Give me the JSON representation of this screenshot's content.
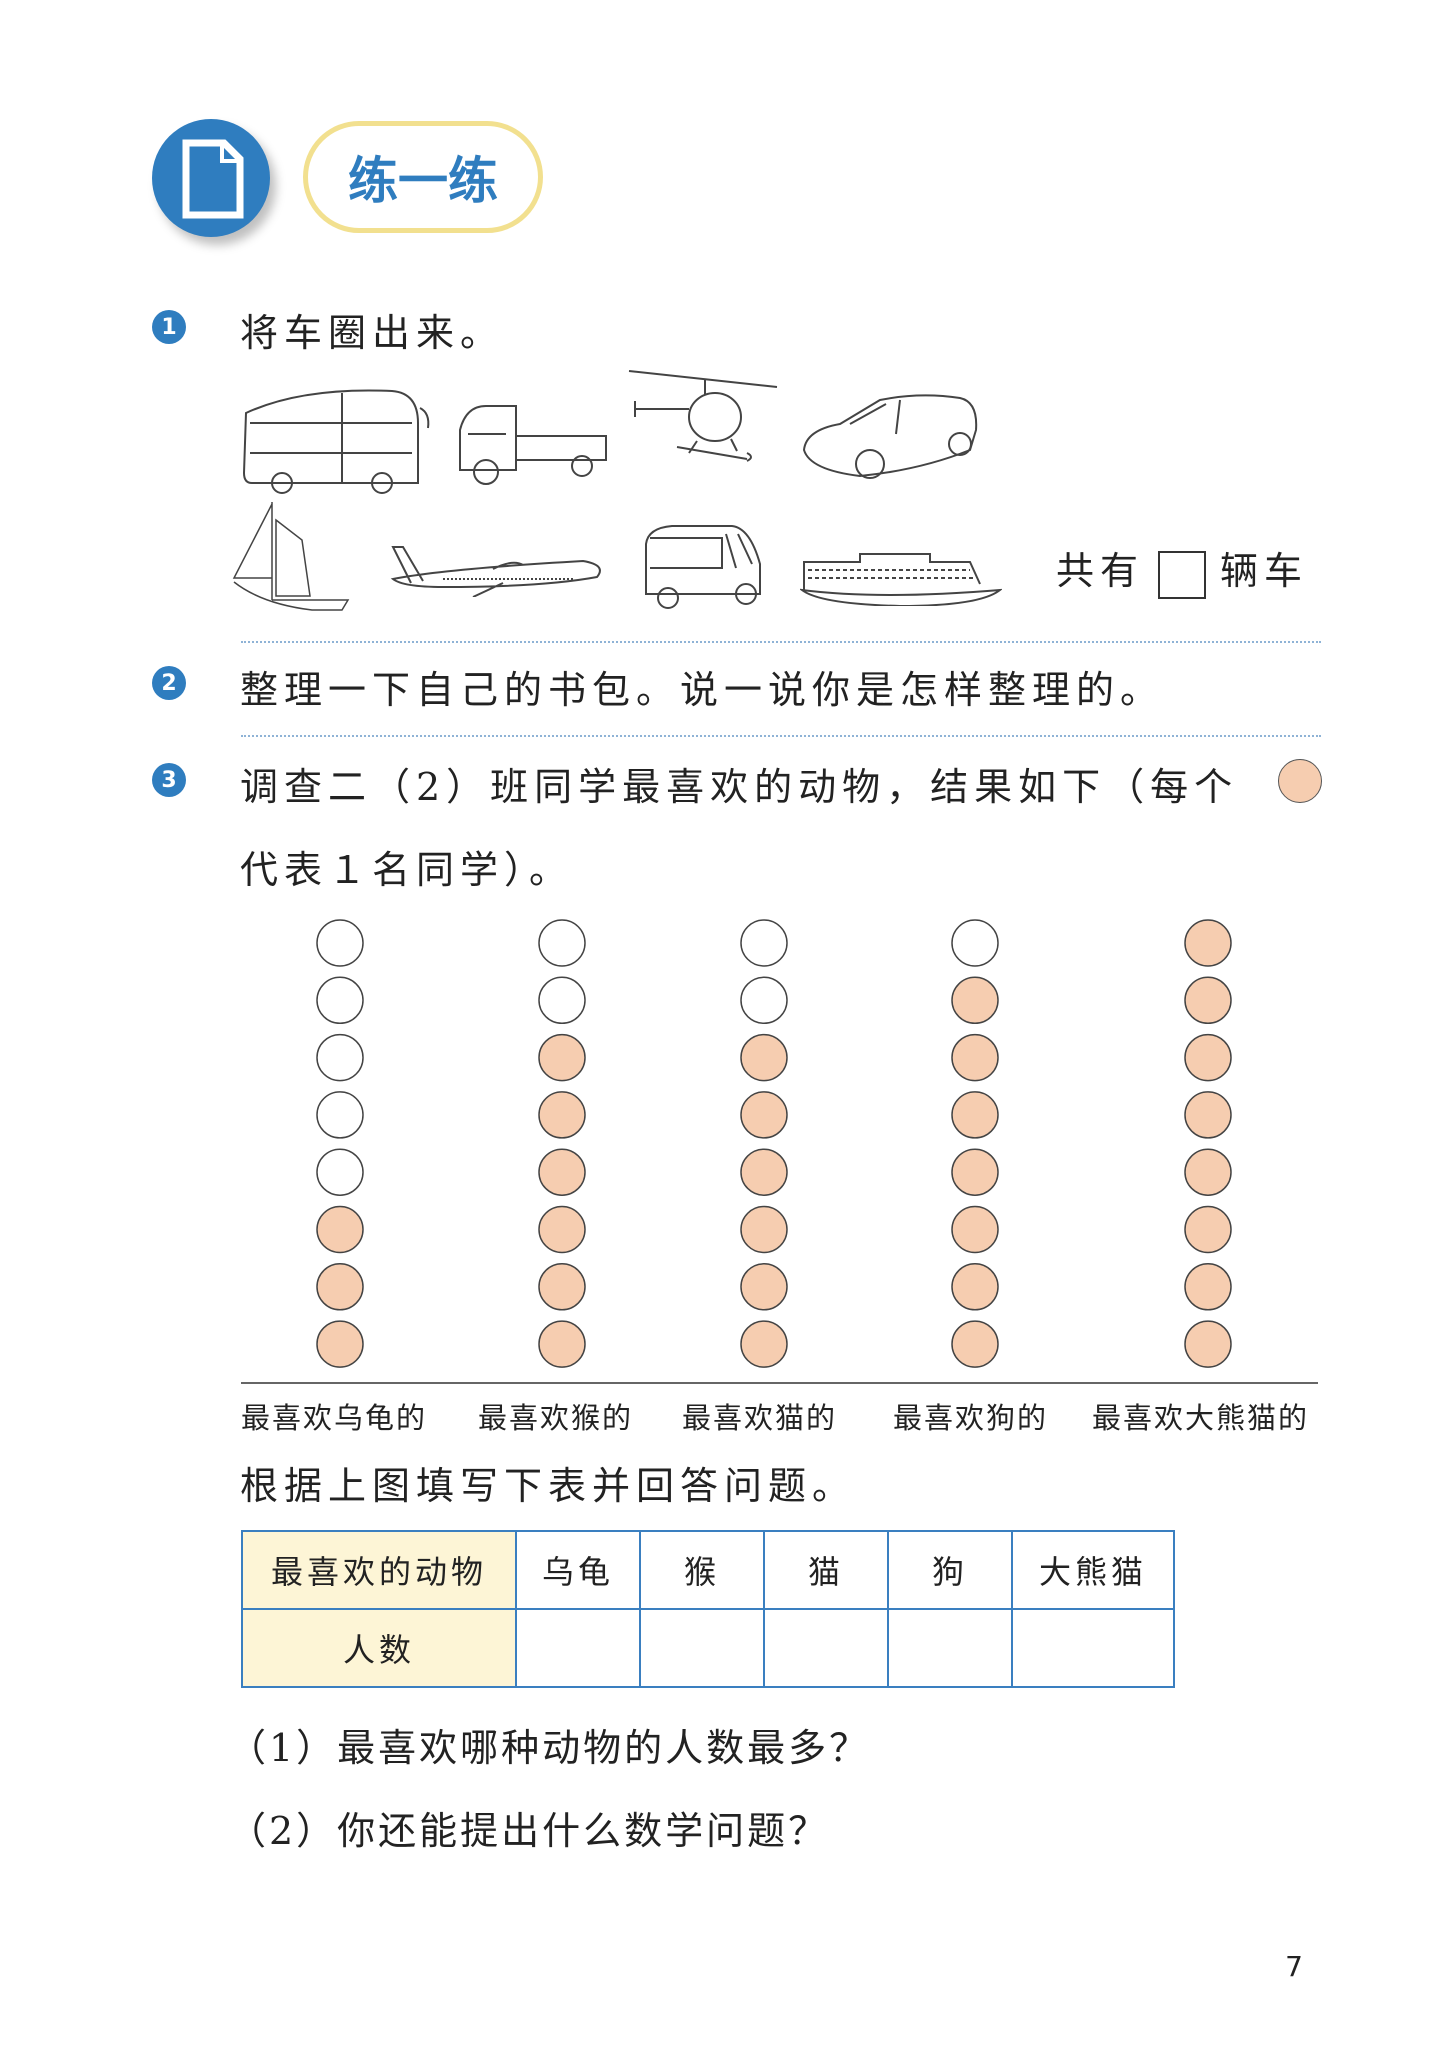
{
  "header": {
    "title": "练一练",
    "icon": "document-icon"
  },
  "q1": {
    "number": "1",
    "text": "将车圈出来。",
    "count_prefix": "共有",
    "count_suffix": "辆车",
    "answer": ""
  },
  "q2": {
    "number": "2",
    "text": "整理一下自己的书包。说一说你是怎样整理的。"
  },
  "q3": {
    "number": "3",
    "text_line1": "调查二（2）班同学最喜欢的动物，结果如下（每个",
    "text_line2": "代表１名同学）。",
    "instruction": "根据上图填写下表并回答问题。",
    "sub1": "（1）最喜欢哪种动物的人数最多？",
    "sub2": "（2）你还能提出什么数学问题？",
    "table": {
      "header_label": "最喜欢的动物",
      "row_label": "人数",
      "animals": [
        "乌龟",
        "猴",
        "猫",
        "狗",
        "大熊猫"
      ],
      "counts": [
        "",
        "",
        "",
        "",
        ""
      ]
    }
  },
  "chart_data": {
    "type": "pictograph",
    "slots_per_column": 8,
    "categories": [
      "最喜欢乌龟的",
      "最喜欢猴的",
      "最喜欢猫的",
      "最喜欢狗的",
      "最喜欢大熊猫的"
    ],
    "values": [
      3,
      6,
      6,
      7,
      8
    ],
    "fill_color": "#f6cdb0",
    "empty_color": "#ffffff"
  },
  "page_number": "7"
}
